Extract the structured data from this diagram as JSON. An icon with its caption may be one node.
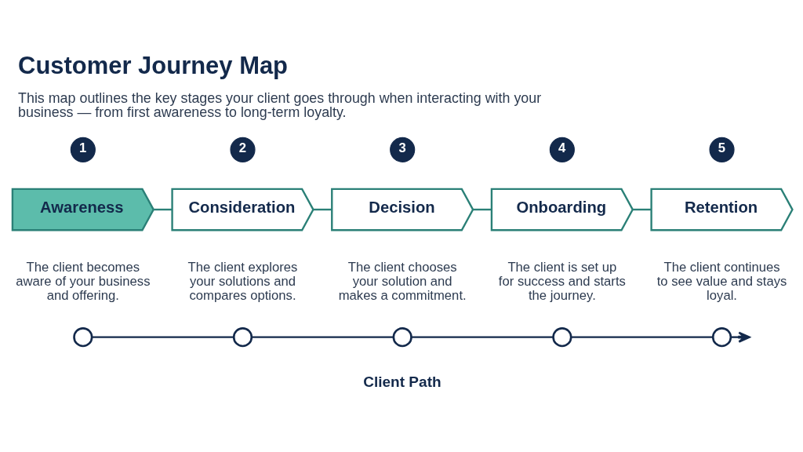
{
  "diagram": {
    "title": "Customer Journey Map",
    "caption": "This map outlines the key stages your client goes through when interacting with your business — from first awareness to long-term loyalty.",
    "nodes": [
      {
        "text": [
          "1"
        ]
      },
      {
        "text": [
          "2"
        ]
      },
      {
        "text": [
          "3"
        ]
      },
      {
        "text": [
          "4"
        ]
      },
      {
        "text": [
          "5"
        ]
      },
      {
        "text": [
          "Awareness"
        ],
        "beside": [
          "The client becomes aware of your business and offering."
        ]
      },
      {
        "text": [
          "Consideration"
        ],
        "beside": [
          "The client explores your solutions and compares options."
        ]
      },
      {
        "text": [
          "Decision"
        ],
        "beside": [
          "The client chooses your solution and makes a commitment."
        ]
      },
      {
        "text": [
          "Onboarding"
        ],
        "beside": [
          "The client is set up for success and starts the journey."
        ]
      },
      {
        "text": [
          "Retention"
        ],
        "beside": [
          "The client continues to see value and stays loyal."
        ]
      },
      {
        "text": [],
        "shape": "circle"
      },
      {
        "text": [],
        "shape": "circle"
      },
      {
        "text": [],
        "shape": "circle"
      },
      {
        "text": [],
        "shape": "circle"
      },
      {
        "text": [],
        "shape": "circle"
      }
    ],
    "edges": [
      {
        "from": 5,
        "to": 6,
        "arrow": "none",
        "color": "#2b8077"
      },
      {
        "from": 6,
        "to": 7,
        "arrow": "none",
        "color": "#2b8077"
      },
      {
        "from": 7,
        "to": 8,
        "arrow": "none",
        "color": "#2b8077"
      },
      {
        "from": 8,
        "to": 9,
        "arrow": "none",
        "color": "#2b8077"
      },
      {
        "from": 10,
        "to": 11,
        "arrow": "none"
      },
      {
        "from": 11,
        "to": 12,
        "arrow": "none"
      },
      {
        "from": 12,
        "to": 13,
        "arrow": "none"
      },
      {
        "from": 13,
        "to": 14,
        "arrow": "none"
      },
      {
        "from": 14,
        "to": null,
        "arrow": "to"
      }
    ],
    "labels": [
      "Client Path"
    ]
  }
}
